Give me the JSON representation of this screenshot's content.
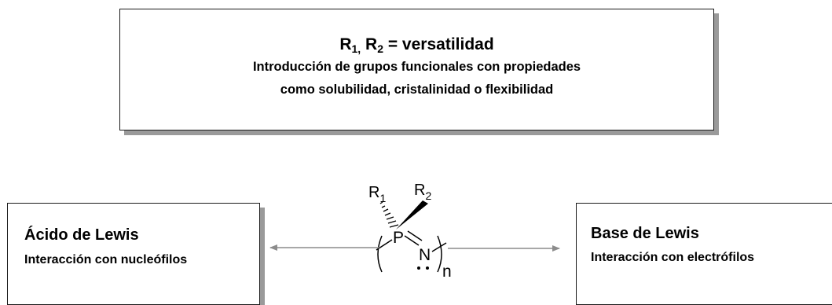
{
  "top_box": {
    "title_r1": "R",
    "title_r1_sub": "1,",
    "title_r2": " R",
    "title_r2_sub": "2",
    "title_rest": " = versatilidad",
    "line1": "Introducción de grupos funcionales con propiedades",
    "line2": "como solubilidad, cristalinidad o flexibilidad"
  },
  "left_box": {
    "title": "Ácido de Lewis",
    "subtitle": "Interacción con nucleófilos"
  },
  "right_box": {
    "title": "Base de Lewis",
    "subtitle": "Interacción con electrófilos"
  },
  "structure": {
    "r1": "R",
    "r1_sub": "1",
    "r2": "R",
    "r2_sub": "2",
    "phosphorus": "P",
    "nitrogen": "N",
    "repeat_index": "n"
  },
  "colors": {
    "arrow": "#8c8c8c",
    "border": "#1a1a1a",
    "shadow": "#9a9a9a"
  }
}
